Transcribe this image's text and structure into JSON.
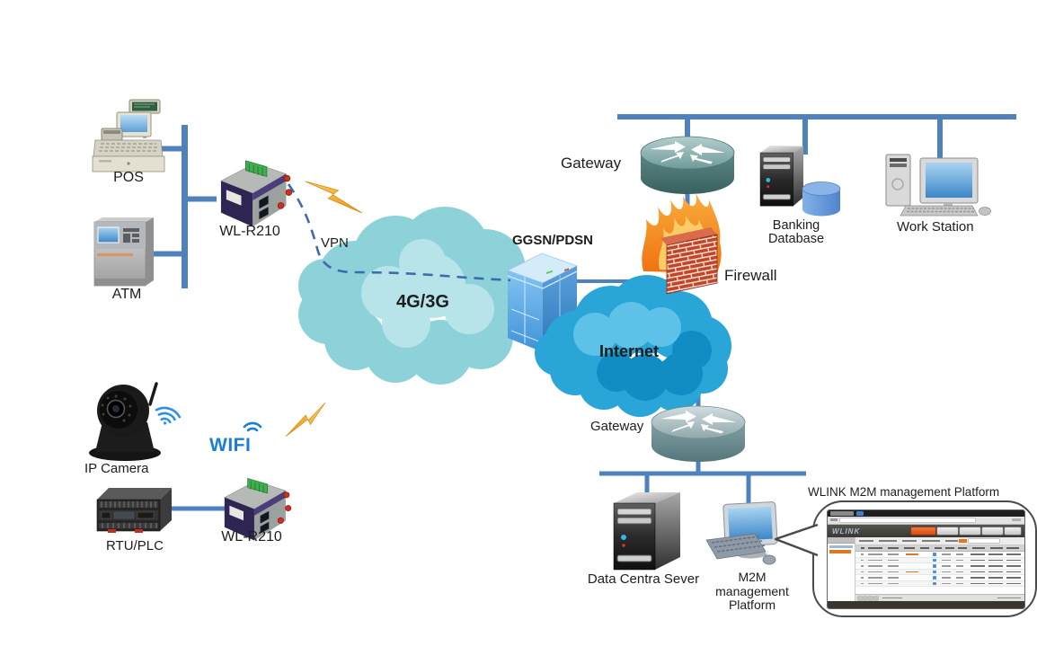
{
  "labels": {
    "pos": "POS",
    "atm": "ATM",
    "router_top": "WL-R210",
    "router_bottom": "WL-R210",
    "vpn": "VPN",
    "cloud_4g3g": "4G/3G",
    "ggsn": "GGSN/PDSN",
    "gateway_top": "Gateway",
    "gateway_bottom": "Gateway",
    "firewall": "Firewall",
    "banking_db_line1": "Banking",
    "banking_db_line2": "Database",
    "work_station": "Work Station",
    "internet": "Internet",
    "data_server": "Data Centra Sever",
    "m2m_line1": "M2M",
    "m2m_line2": "management",
    "m2m_line3": "Platform",
    "callout_title": "WLINK M2M management Platform",
    "ip_camera": "IP Camera",
    "wifi": "WIFI",
    "rtu_plc": "RTU/PLC"
  },
  "mini_platform": {
    "logo": "WLINK"
  },
  "colors": {
    "connector_blue": "#4f81bd",
    "cloud_4g3g_teal": "#8ed2d9",
    "cloud_internet_blue": "#2aa5d8",
    "lightning_orange": "#f0a232",
    "flame_orange": "#f5821f",
    "brick_red": "#c2452b",
    "wifi_blue": "#1a7fd4",
    "mini_header_dark": "#3f3d38",
    "mini_accent_orange": "#e0561e"
  }
}
